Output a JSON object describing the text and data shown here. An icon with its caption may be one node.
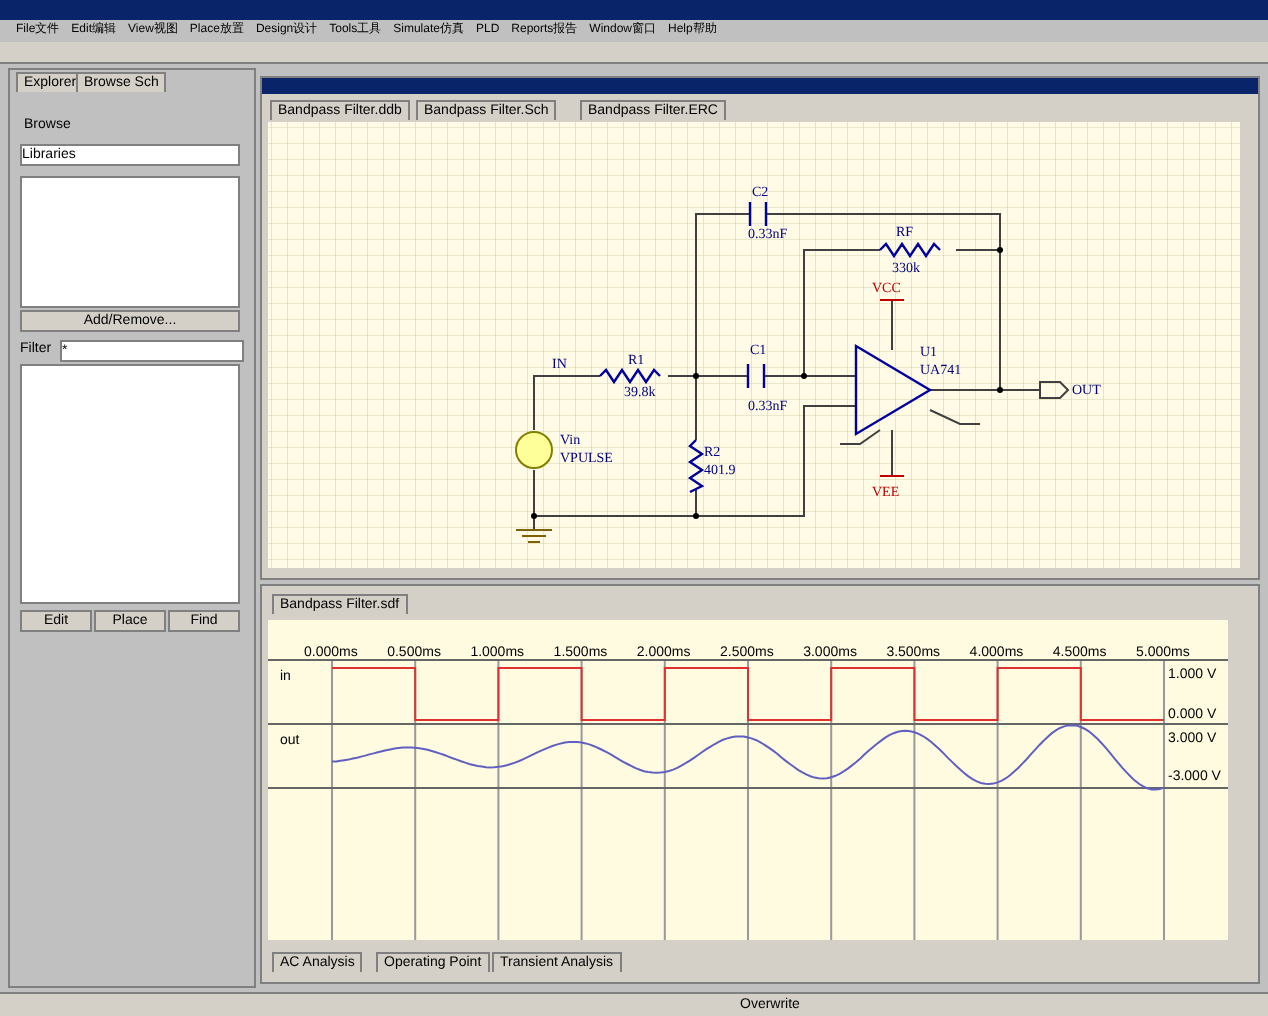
{
  "diagram": {
    "nodes": [
      {
        "text": [],
        "shape": "box"
      },
      {
        "text": [],
        "shape": "box"
      }
    ],
    "labels": [
      "File文件",
      "Edit编辑",
      "View视图",
      "Place放置",
      "Design设计",
      "Tools工具",
      "Simulate仿真",
      "PLD",
      "Reports报告",
      "Window窗口",
      "Help帮助",
      "Explorer",
      "Browse Sch",
      "Browse",
      "Libraries",
      "Add/Remove...",
      "Filter",
      "*",
      "Edit",
      "Place",
      "Find",
      "Bandpass Filter.ddb",
      "Bandpass Filter.Sch",
      "Bandpass Filter.ERC",
      "C2",
      "0.33nF",
      "RF",
      "330k",
      "VCC",
      "IN",
      "R1",
      "39.8k",
      "C1",
      "0.33nF",
      "U1",
      "UA741",
      "OUT",
      "Vin",
      "VPULSE",
      "R2",
      "401.9",
      "VEE",
      "Bandpass Filter.sdf",
      "0.000ms",
      "0.500ms",
      "1.000ms",
      "1.500ms",
      "2.000ms",
      "2.500ms",
      "3.000ms",
      "3.500ms",
      "4.000ms",
      "4.500ms",
      "5.000ms",
      "in",
      "1.000 V",
      "0.000 V",
      "out",
      "3.000 V",
      "-3.000 V",
      "AC Analysis",
      "Operating Point",
      "Transient Analysis",
      "Overwrite"
    ]
  }
}
